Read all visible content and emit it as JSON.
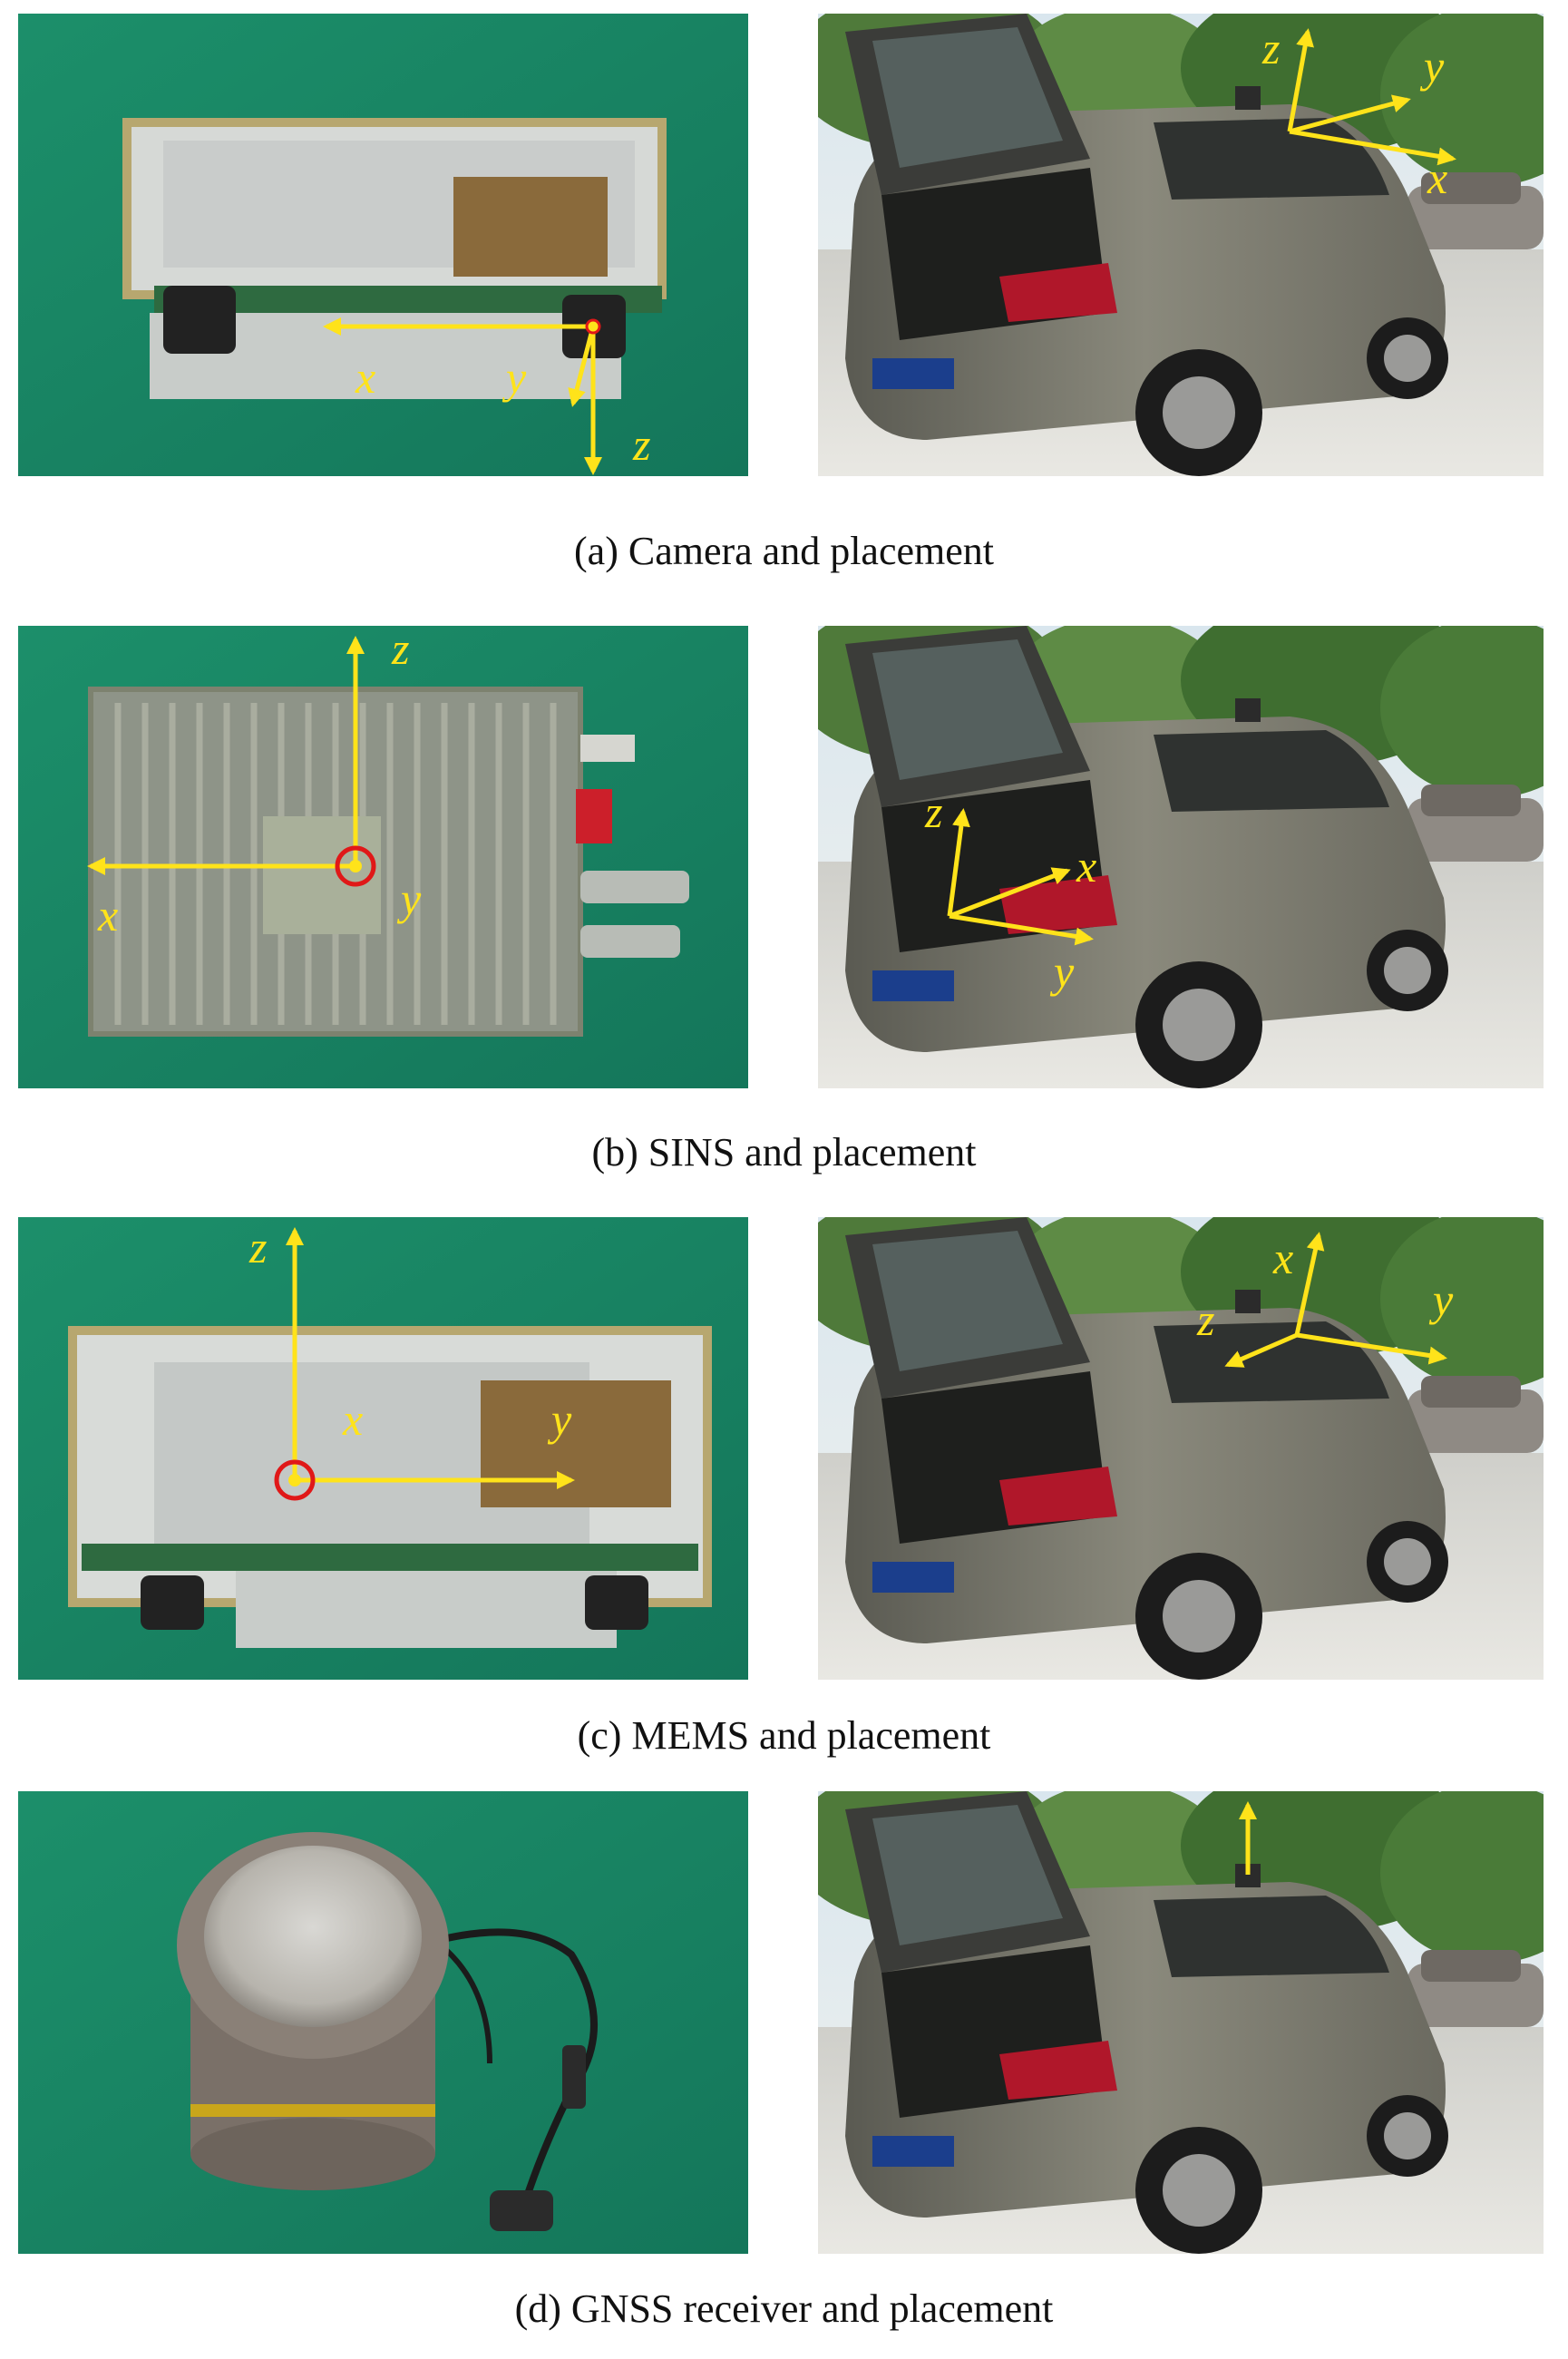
{
  "rows": [
    {
      "caption": "(a) Camera and placement",
      "device_axes": {
        "x": "x",
        "y": "y",
        "z": "z"
      },
      "car_axes": {
        "x": "x",
        "y": "y",
        "z": "z"
      }
    },
    {
      "caption": "(b) SINS and placement",
      "device_axes": {
        "x": "x",
        "y": "y",
        "z": "z"
      },
      "car_axes": {
        "x": "x",
        "y": "y",
        "z": "z"
      }
    },
    {
      "caption": "(c) MEMS and placement",
      "device_axes": {
        "x": "x",
        "y": "y",
        "z": "z"
      },
      "car_axes": {
        "x": "x",
        "y": "y",
        "z": "z"
      }
    },
    {
      "caption": "(d) GNSS receiver and placement"
    }
  ],
  "colors": {
    "background": "#ffffff",
    "board": "#1f8a66",
    "axis": "#ffe31a",
    "marker": "#e01818",
    "car_body": "#7b7a6e"
  }
}
